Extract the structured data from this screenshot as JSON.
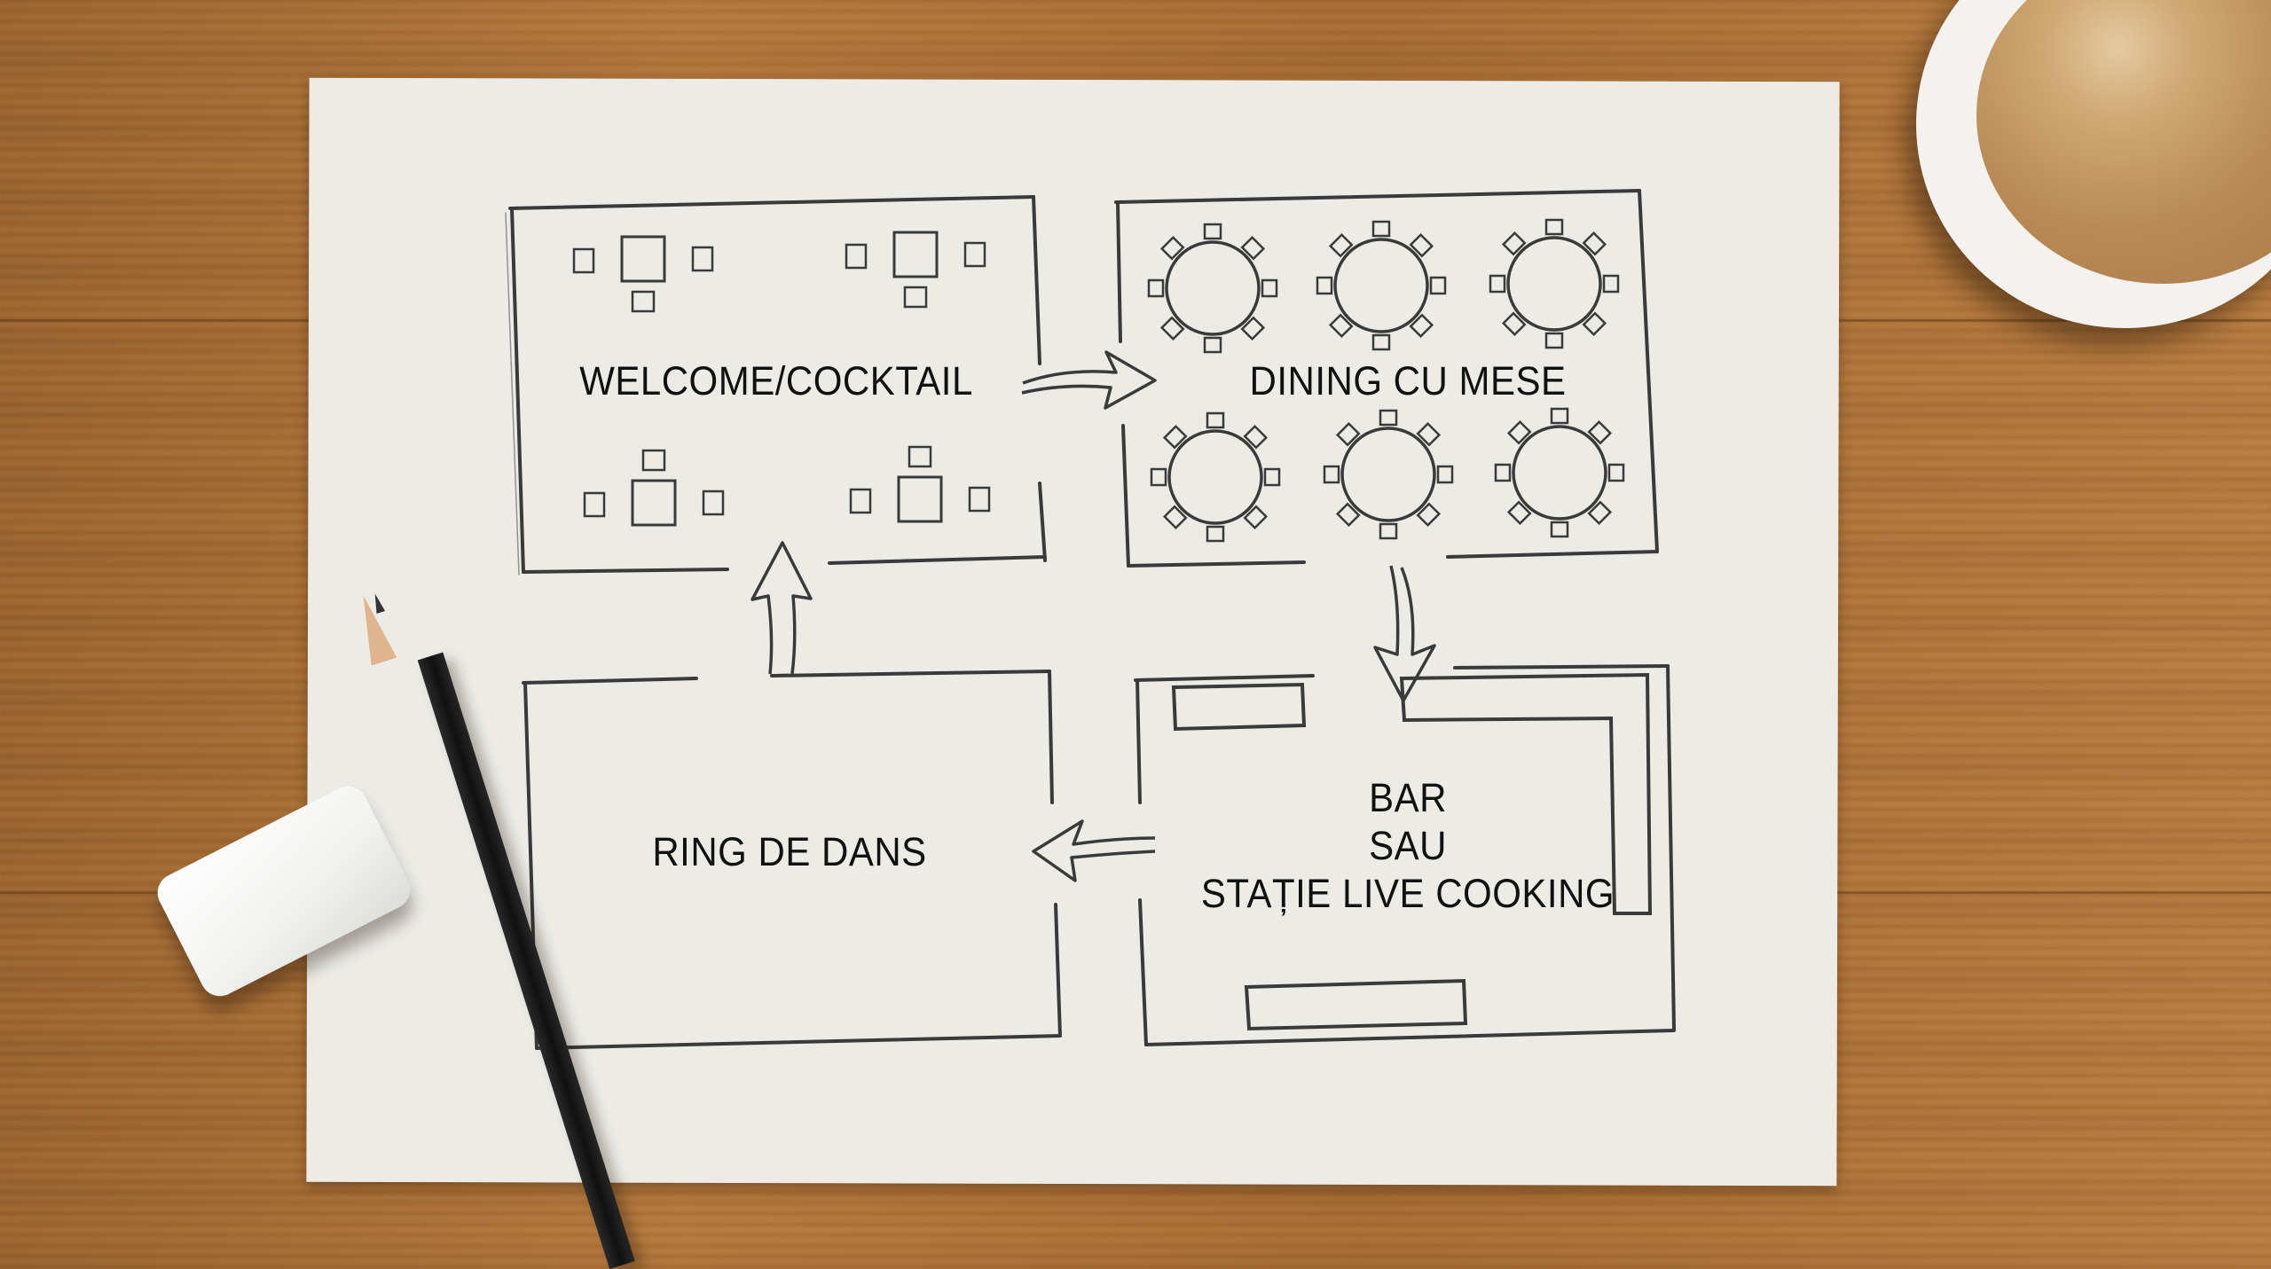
{
  "scene": {
    "background": "wooden desk",
    "colors": {
      "wood": "#b5793c",
      "paper": "#ecebe6",
      "pencil_line": "#3a3a3a",
      "label_text": "#111111",
      "coffee": "#c49a64",
      "cup": "#f4f2ee",
      "pencil": "#151515",
      "eraser": "#f5f5f3"
    },
    "objects": [
      "paper-sheet",
      "pencil",
      "eraser",
      "coffee-cup"
    ]
  },
  "floor_plan": {
    "rooms": [
      {
        "id": "welcome",
        "label": "WELCOME/COCKTAIL",
        "furniture": "4 square tables with 3 chairs each"
      },
      {
        "id": "dining",
        "label": "DINING CU MESE",
        "furniture": "6 round tables with 8 chairs each"
      },
      {
        "id": "bar",
        "label_lines": [
          "BAR",
          "SAU",
          "STAȚIE LIVE COOKING"
        ],
        "furniture": "2 rectangular counters and an L-shaped counter"
      },
      {
        "id": "dance",
        "label": "RING DE DANS",
        "furniture": "empty"
      }
    ],
    "flow": [
      {
        "from": "WELCOME/COCKTAIL",
        "to": "DINING CU MESE",
        "direction": "right"
      },
      {
        "from": "DINING CU MESE",
        "to": "BAR / SAU / STAȚIE LIVE COOKING",
        "direction": "down"
      },
      {
        "from": "BAR / SAU / STAȚIE LIVE COOKING",
        "to": "RING DE DANS",
        "direction": "left"
      },
      {
        "from": "RING DE DANS",
        "to": "WELCOME/COCKTAIL",
        "direction": "up"
      }
    ]
  }
}
